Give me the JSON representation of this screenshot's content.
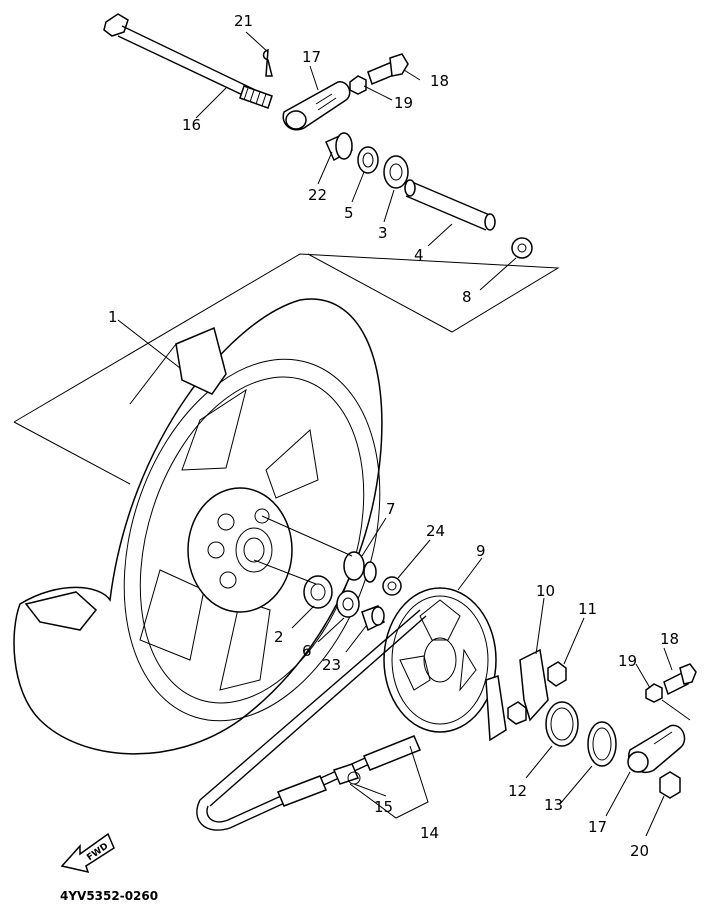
{
  "callouts": [
    {
      "id": "21",
      "label": "21"
    },
    {
      "id": "17a",
      "label": "17"
    },
    {
      "id": "18a",
      "label": "18"
    },
    {
      "id": "19a",
      "label": "19"
    },
    {
      "id": "16",
      "label": "16"
    },
    {
      "id": "22",
      "label": "22"
    },
    {
      "id": "5",
      "label": "5"
    },
    {
      "id": "3",
      "label": "3"
    },
    {
      "id": "4",
      "label": "4"
    },
    {
      "id": "8",
      "label": "8"
    },
    {
      "id": "1",
      "label": "1"
    },
    {
      "id": "7",
      "label": "7"
    },
    {
      "id": "24",
      "label": "24"
    },
    {
      "id": "9",
      "label": "9"
    },
    {
      "id": "10",
      "label": "10"
    },
    {
      "id": "11",
      "label": "11"
    },
    {
      "id": "18b",
      "label": "18"
    },
    {
      "id": "19b",
      "label": "19"
    },
    {
      "id": "2",
      "label": "2"
    },
    {
      "id": "6",
      "label": "6"
    },
    {
      "id": "23",
      "label": "23"
    },
    {
      "id": "12",
      "label": "12"
    },
    {
      "id": "13",
      "label": "13"
    },
    {
      "id": "17b",
      "label": "17"
    },
    {
      "id": "15",
      "label": "15"
    },
    {
      "id": "14",
      "label": "14"
    },
    {
      "id": "20",
      "label": "20"
    }
  ],
  "fwd_label": "FWD",
  "diagram_code": "4YV5352-0260"
}
